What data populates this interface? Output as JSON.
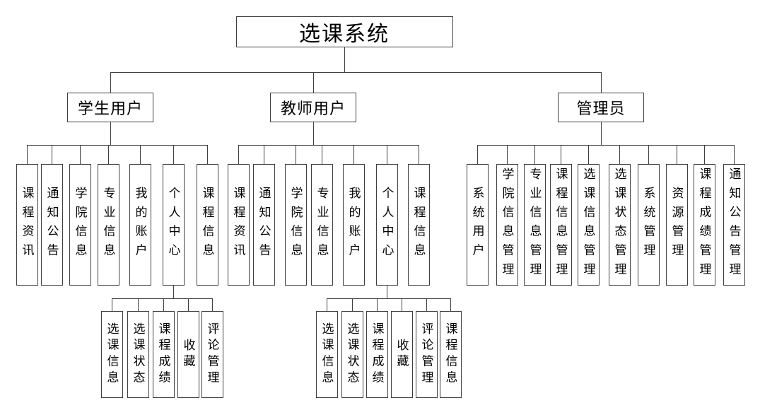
{
  "title": "选课系统",
  "colors": {
    "background": "#ffffff",
    "line": "#3f3f3f",
    "box_border": "#3f3f3f",
    "text": "#000000"
  },
  "tree": {
    "id": "course-selection-system",
    "label": "选课系统",
    "children": [
      {
        "id": "student-user",
        "label": "学生用户",
        "children": [
          {
            "id": "course-news",
            "label": "课程资讯"
          },
          {
            "id": "notice-announcement",
            "label": "通知公告"
          },
          {
            "id": "college-info",
            "label": "学院信息"
          },
          {
            "id": "major-info",
            "label": "专业信息"
          },
          {
            "id": "my-account",
            "label": "我的账户"
          },
          {
            "id": "personal-center",
            "label": "个人中心",
            "children": [
              {
                "id": "course-selection-info",
                "label": "选课信息"
              },
              {
                "id": "course-selection-status",
                "label": "选课状态"
              },
              {
                "id": "course-grades",
                "label": "课程成绩"
              },
              {
                "id": "favorites",
                "label": "收藏"
              },
              {
                "id": "comment-management",
                "label": "评论管理"
              }
            ]
          },
          {
            "id": "course-info",
            "label": "课程信息"
          }
        ]
      },
      {
        "id": "teacher-user",
        "label": "教师用户",
        "children": [
          {
            "id": "course-news",
            "label": "课程资讯"
          },
          {
            "id": "notice-announcement",
            "label": "通知公告"
          },
          {
            "id": "college-info",
            "label": "学院信息"
          },
          {
            "id": "major-info",
            "label": "专业信息"
          },
          {
            "id": "my-account",
            "label": "我的账户"
          },
          {
            "id": "personal-center",
            "label": "个人中心",
            "children": [
              {
                "id": "course-selection-info",
                "label": "选课信息"
              },
              {
                "id": "course-selection-status",
                "label": "选课状态"
              },
              {
                "id": "course-grades",
                "label": "课程成绩"
              },
              {
                "id": "favorites",
                "label": "收藏"
              },
              {
                "id": "comment-management",
                "label": "评论管理"
              },
              {
                "id": "course-info",
                "label": "课程信息"
              }
            ]
          },
          {
            "id": "course-info",
            "label": "课程信息"
          }
        ]
      },
      {
        "id": "administrator",
        "label": "管理员",
        "children": [
          {
            "id": "system-user",
            "label": "系统用户"
          },
          {
            "id": "college-info-management",
            "label": "学院信息管理"
          },
          {
            "id": "major-info-management",
            "label": "专业信息管理"
          },
          {
            "id": "course-info-management",
            "label": "课程信息管理"
          },
          {
            "id": "course-selection-info-management",
            "label": "选课信息管理"
          },
          {
            "id": "course-selection-status-management",
            "label": "选课状态管理"
          },
          {
            "id": "system-management",
            "label": "系统管理"
          },
          {
            "id": "resource-management",
            "label": "资源管理"
          },
          {
            "id": "course-grades-management",
            "label": "课程成绩管理"
          },
          {
            "id": "notice-announcement-management",
            "label": "通知公告管理"
          }
        ]
      }
    ]
  }
}
